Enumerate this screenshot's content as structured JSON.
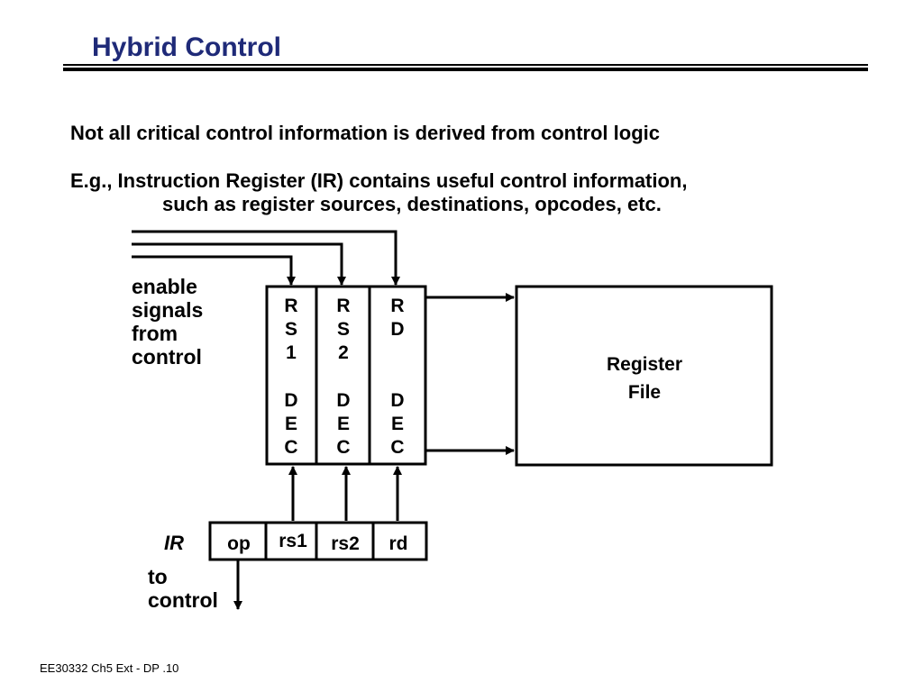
{
  "slide": {
    "title": "Hybrid Control",
    "line1": "Not all critical control information is derived from control logic",
    "line2a": "E.g., Instruction Register (IR)  contains useful control information,",
    "line2b": "such as register sources, destinations, opcodes, etc.",
    "footer": "EE30332 Ch5 Ext - DP .10"
  },
  "diagram": {
    "enable_label": [
      "enable",
      "signals",
      "from",
      "control"
    ],
    "decoders": [
      {
        "top": [
          "R",
          "S",
          "1"
        ],
        "bottom": [
          "D",
          "E",
          "C"
        ]
      },
      {
        "top": [
          "R",
          "S",
          "2"
        ],
        "bottom": [
          "D",
          "E",
          "C"
        ]
      },
      {
        "top": [
          "R",
          "D"
        ],
        "bottom": [
          "D",
          "E",
          "C"
        ]
      }
    ],
    "register_file": [
      "Register",
      "File"
    ],
    "ir_label": "IR",
    "ir_fields": [
      "op",
      "rs1",
      "rs2",
      "rd"
    ],
    "to_control": [
      "to",
      "control"
    ]
  }
}
